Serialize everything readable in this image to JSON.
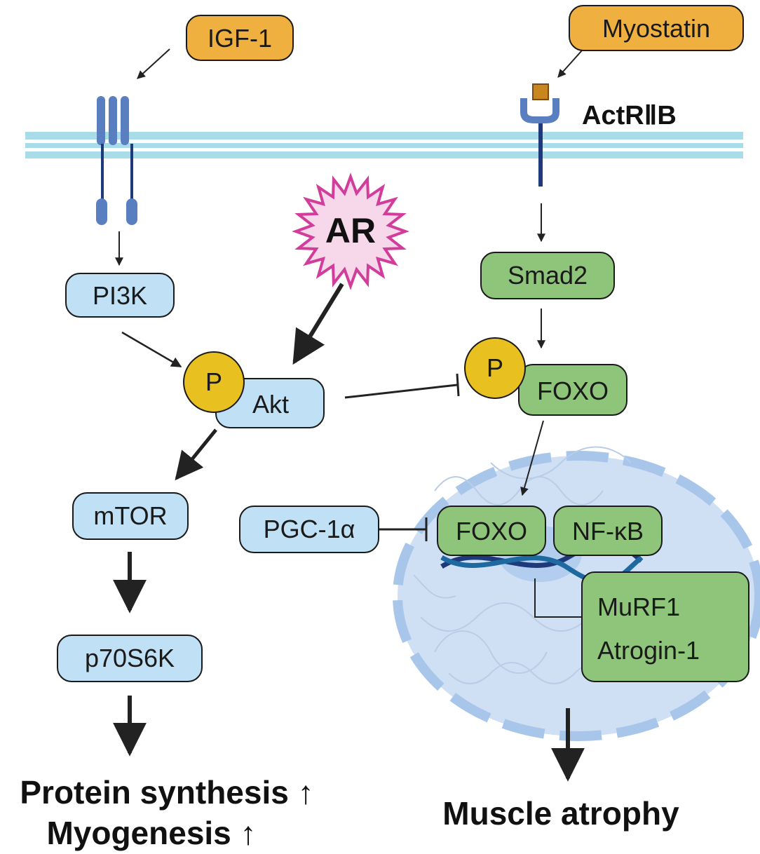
{
  "labels": {
    "igf1": "IGF-1",
    "myostatin": "Myostatin",
    "actriib": "ActRⅡB",
    "ar": "AR",
    "pi3k": "PI3K",
    "p_akt": "P",
    "akt": "Akt",
    "mtor": "mTOR",
    "p70s6k": "p70S6K",
    "smad2": "Smad2",
    "p_foxo": "P",
    "foxo_cyto": "FOXO",
    "pgc1a": "PGC-1α",
    "foxo_nuc": "FOXO",
    "nfkb": "NF-κB",
    "murf1": "MuRF1",
    "atrogin1": "Atrogin-1",
    "protein_synthesis": "Protein synthesis ↑",
    "myogenesis": "Myogenesis ↑",
    "muscle_atrophy": "Muscle atrophy"
  },
  "colors": {
    "ligand": "#f0b040",
    "blue_node": "#bfe0f5",
    "green_node": "#8fc57a",
    "phospho": "#e8c020",
    "receptor": "#5a7fc0",
    "membrane": "#a8dce8",
    "nucleus": "#cfe0f5",
    "ar_star": "#d23c9a",
    "ar_fill": "#f6d8ea",
    "dna_dark": "#1e3a7a",
    "dna_light": "#1e6aa0"
  }
}
